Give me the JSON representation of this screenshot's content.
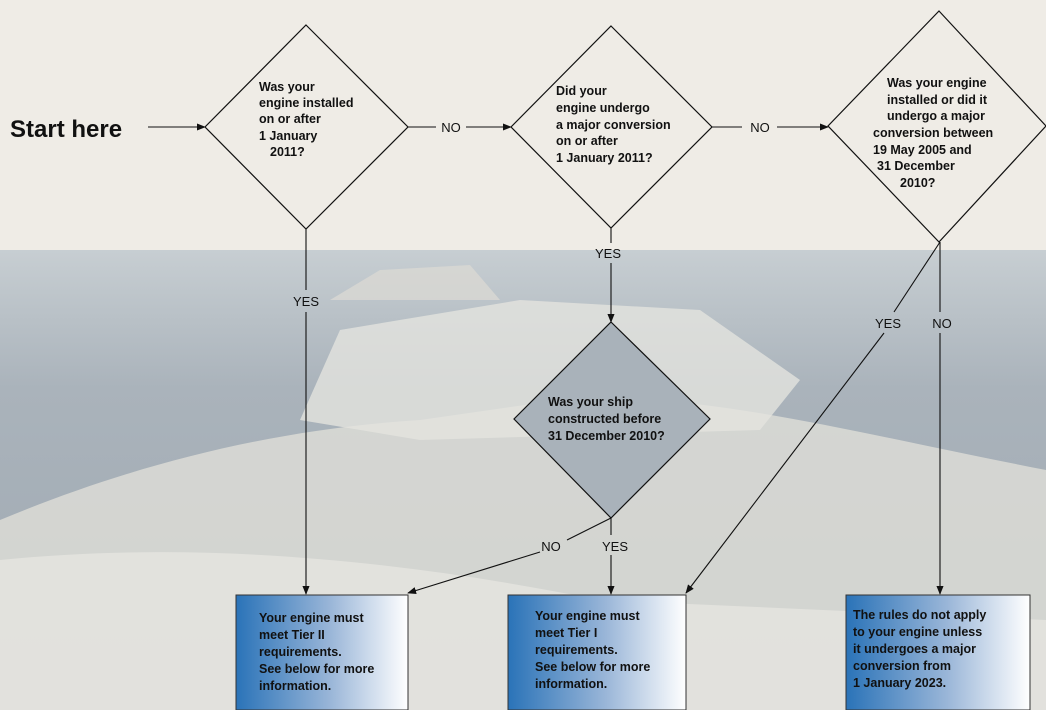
{
  "start": "Start here",
  "questions": {
    "q1": [
      "Was your",
      "engine installed",
      "on or after",
      "1 January",
      "2011?"
    ],
    "q2": [
      "Did your",
      "engine undergo",
      "a major conversion",
      "on or after",
      "1 January 2011?"
    ],
    "q3": [
      "Was your engine",
      "installed or did it",
      "undergo a major",
      "conversion between",
      "19 May 2005 and",
      "31 December",
      "2010?"
    ],
    "q4": [
      "Was your ship",
      "constructed before",
      "31 December 2010?"
    ]
  },
  "edges": {
    "q1_no": "NO",
    "q2_no": "NO",
    "q1_yes": "YES",
    "q2_yes": "YES",
    "q3_yes": "YES",
    "q3_no": "NO",
    "q4_no": "NO",
    "q4_yes": "YES"
  },
  "outcomes": {
    "tier2": [
      "Your engine must",
      "meet Tier II",
      "requirements.",
      "See below for more",
      "information."
    ],
    "tier1": [
      "Your engine must",
      "meet Tier I",
      "requirements.",
      "See below for more",
      "information."
    ],
    "none": [
      "The rules do not apply",
      "to your engine unless",
      "it undergoes a major",
      "conversion from",
      "1 January 2023."
    ]
  },
  "colors": {
    "background": "#efece6",
    "photo_band": "#a9b2ba",
    "outcome_gradient_start": "#2a73b8",
    "outcome_gradient_end": "#ffffff",
    "line": "#111111"
  }
}
